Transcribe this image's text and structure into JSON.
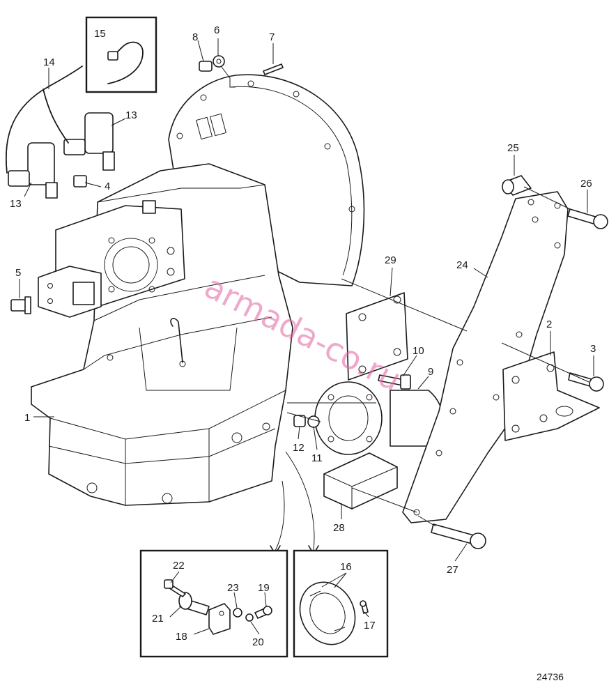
{
  "diagram": {
    "reference_number": "24736",
    "watermark": "armada-co.ru",
    "callouts": [
      "1",
      "2",
      "3",
      "4",
      "5",
      "6",
      "7",
      "8",
      "9",
      "10",
      "11",
      "12",
      "13",
      "14",
      "15",
      "16",
      "17",
      "18",
      "19",
      "20",
      "21",
      "22",
      "23",
      "24",
      "25",
      "26",
      "27",
      "28",
      "29"
    ]
  }
}
